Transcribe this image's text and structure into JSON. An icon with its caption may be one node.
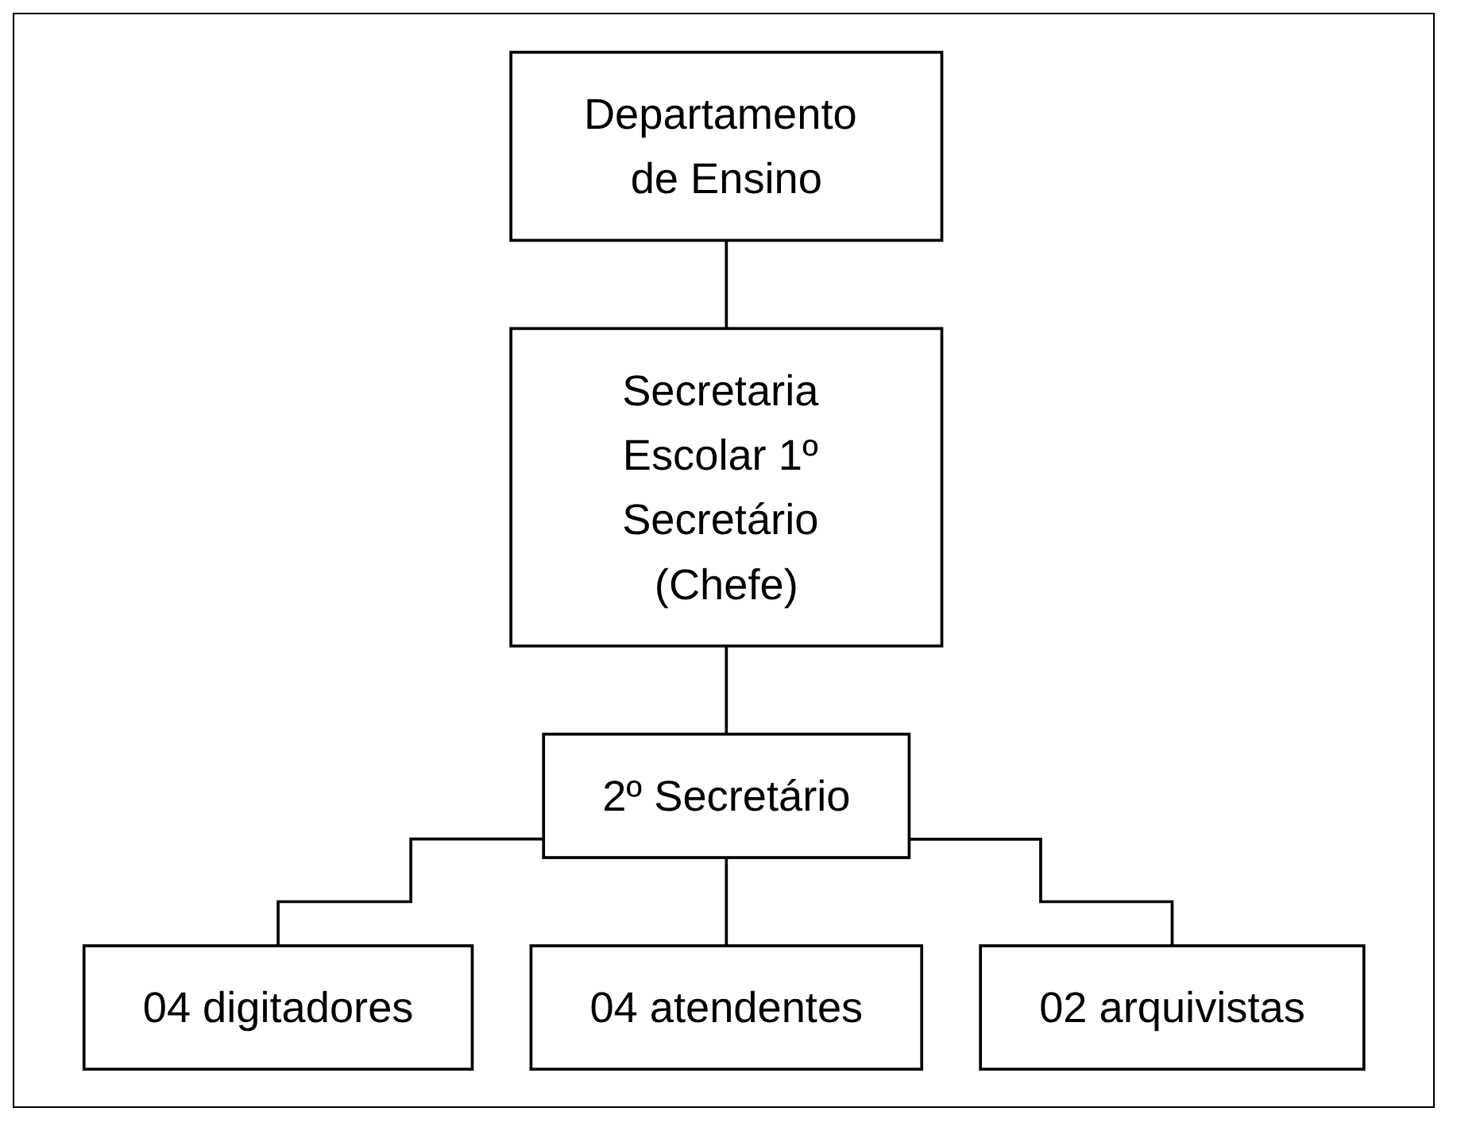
{
  "diagram": {
    "nodes": [
      {
        "text": [
          "Departamento de Ensino"
        ]
      },
      {
        "text": [
          "Secretaria Escolar 1º Secretário (Chefe)"
        ]
      },
      {
        "text": [
          "2º Secretário"
        ]
      },
      {
        "text": [
          "04 digitadores"
        ]
      },
      {
        "text": [
          "04 atendentes"
        ]
      },
      {
        "text": [
          "02 arquivistas"
        ]
      }
    ],
    "edges": [
      {
        "from": 0,
        "to": 1,
        "arrow": "none"
      },
      {
        "from": 1,
        "to": 2,
        "arrow": "none"
      },
      {
        "from": 2,
        "to": 3,
        "arrow": "none"
      },
      {
        "from": 2,
        "to": 4,
        "arrow": "none"
      },
      {
        "from": 2,
        "to": 5,
        "arrow": "none"
      }
    ]
  }
}
